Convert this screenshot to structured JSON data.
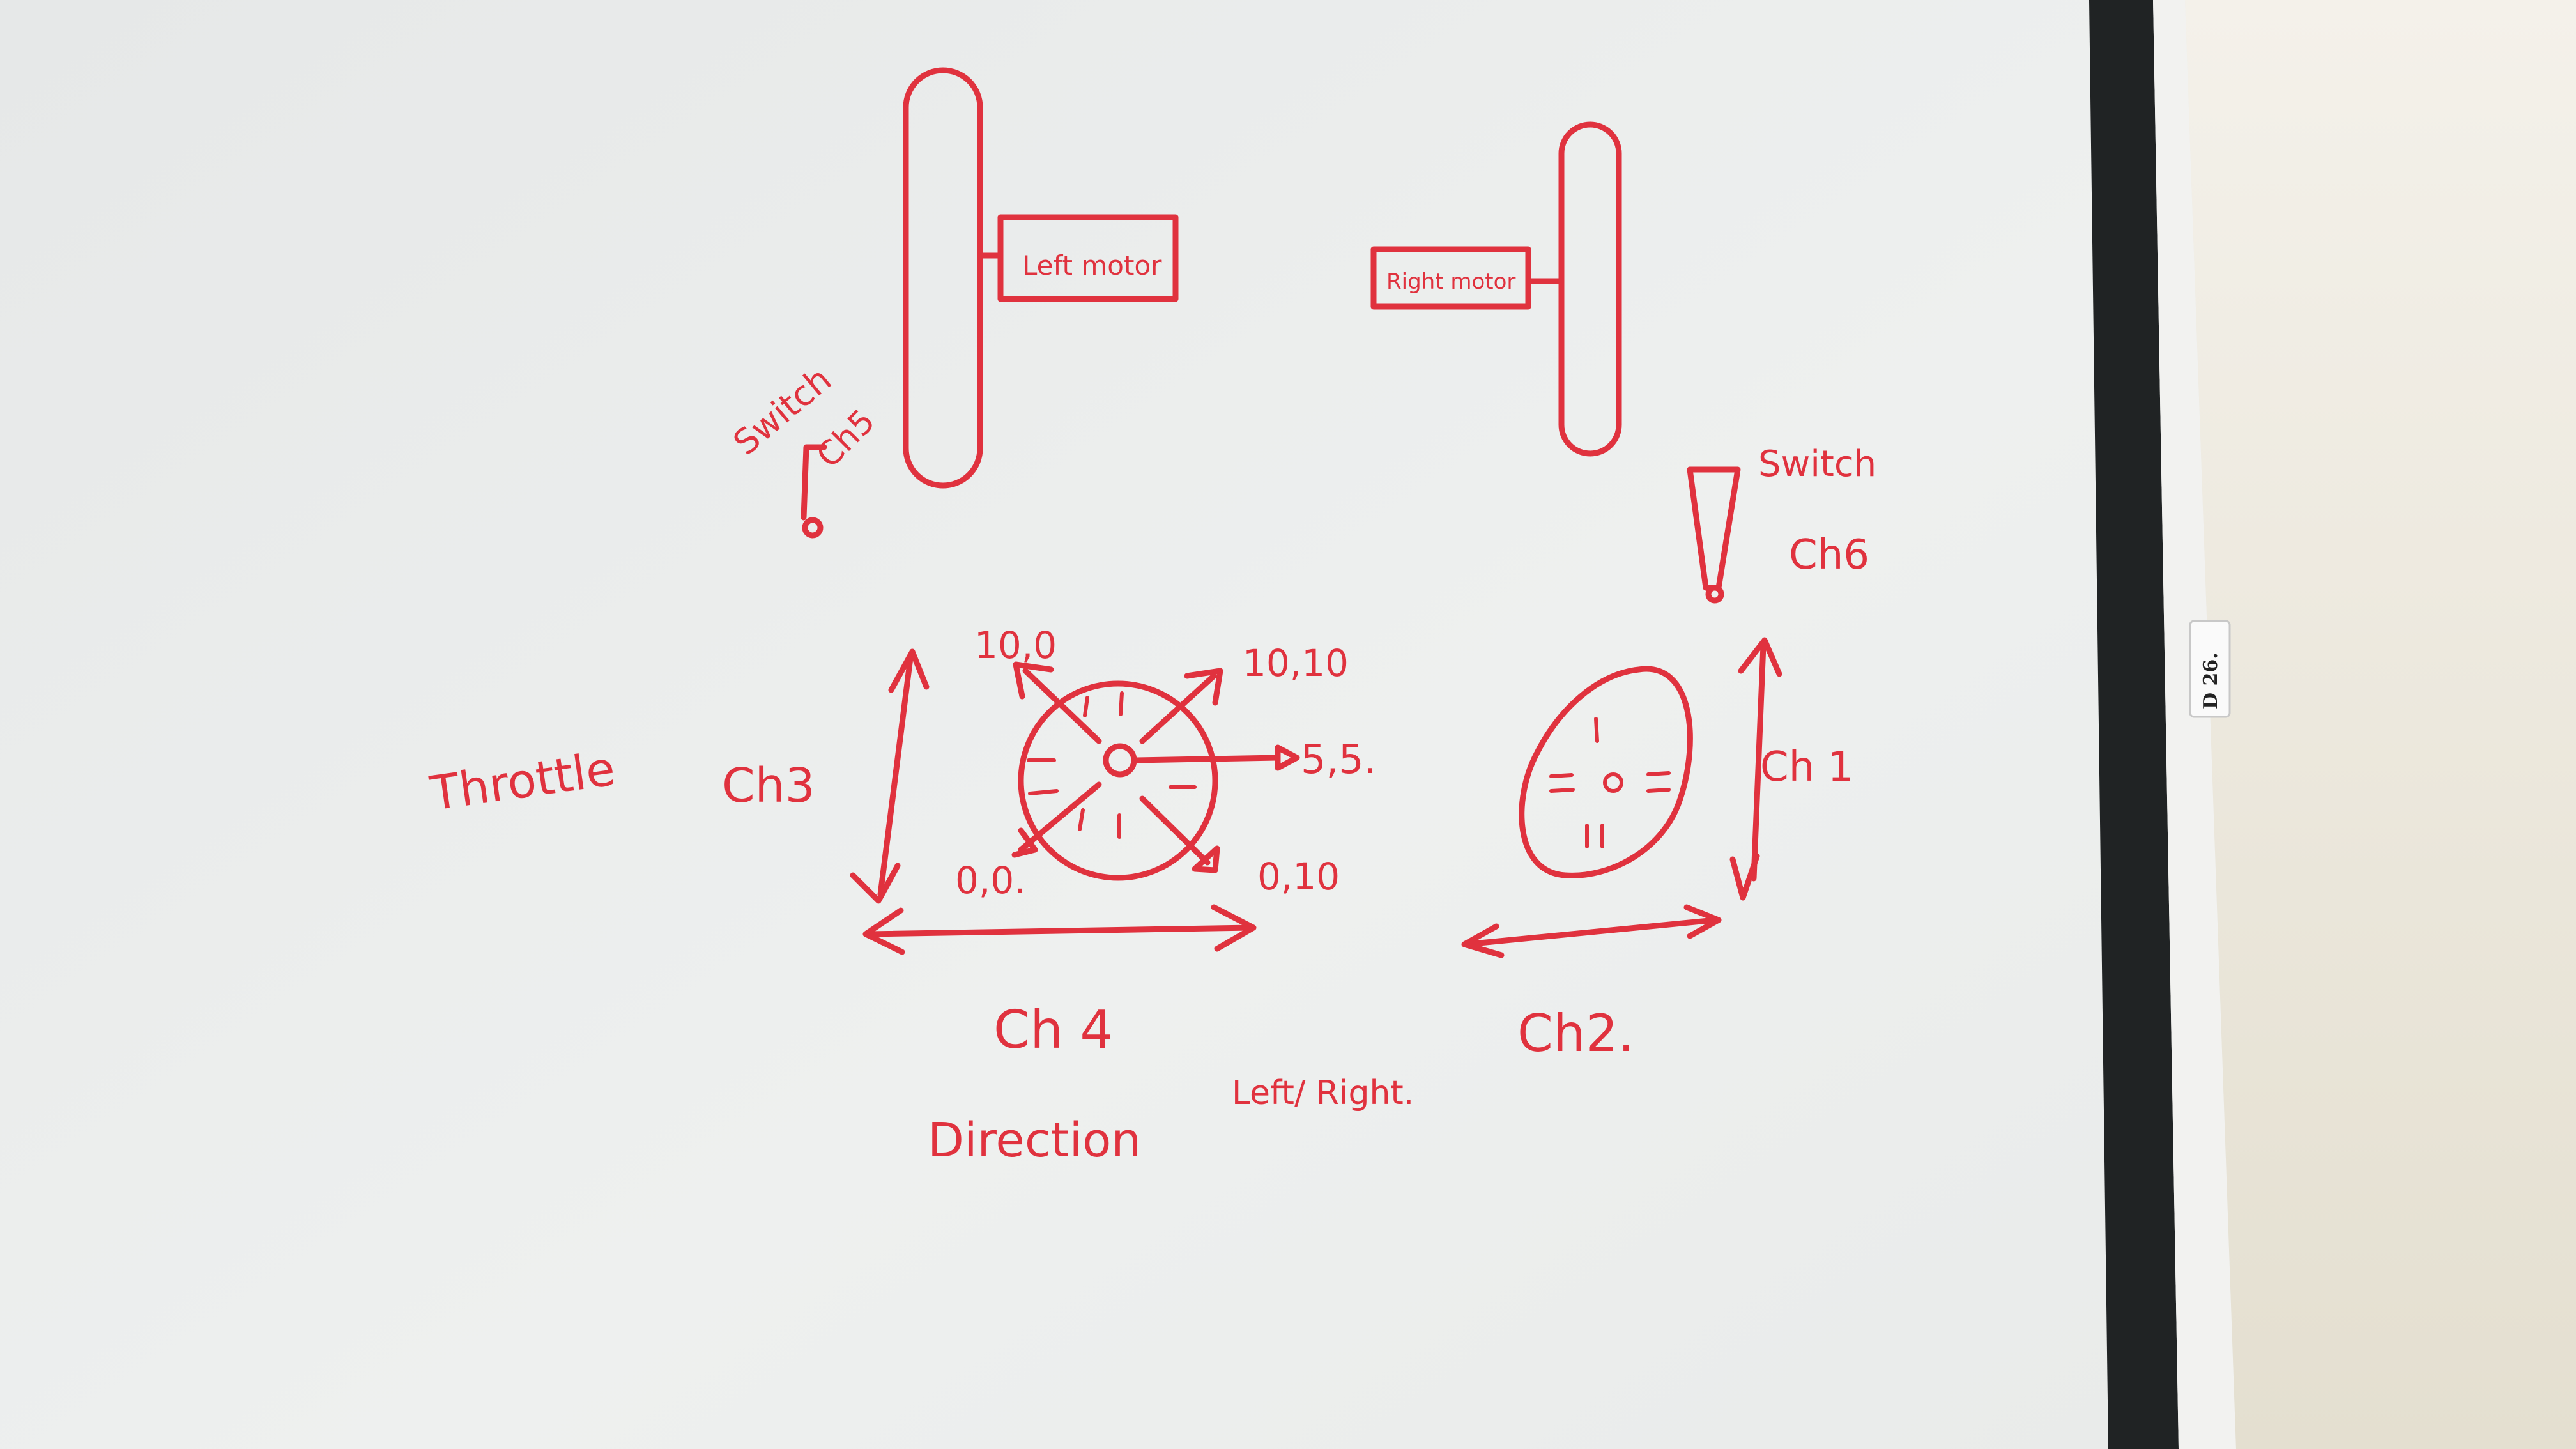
{
  "colors": {
    "ink": "#e0323e",
    "board": "#eceeed",
    "frame": "#202324",
    "wall": "#ece8dc"
  },
  "labels": {
    "left_motor": "Left motor",
    "right_motor": "Right motor",
    "switch_left": "Switch",
    "ch5": "Ch5",
    "switch_right": "Switch",
    "ch6": "Ch6",
    "throttle": "Throttle",
    "ch3": "Ch3",
    "coord_top_left": "10,0",
    "coord_top_right": "10,10",
    "coord_center": "5,5.",
    "coord_bottom_left": "0,0.",
    "coord_bottom_right": "0,10",
    "ch1": "Ch 1",
    "ch4": "Ch 4",
    "ch2": "Ch2.",
    "direction": "Direction",
    "left_right": "Left/ Right.",
    "frame_tag": "D 26."
  }
}
